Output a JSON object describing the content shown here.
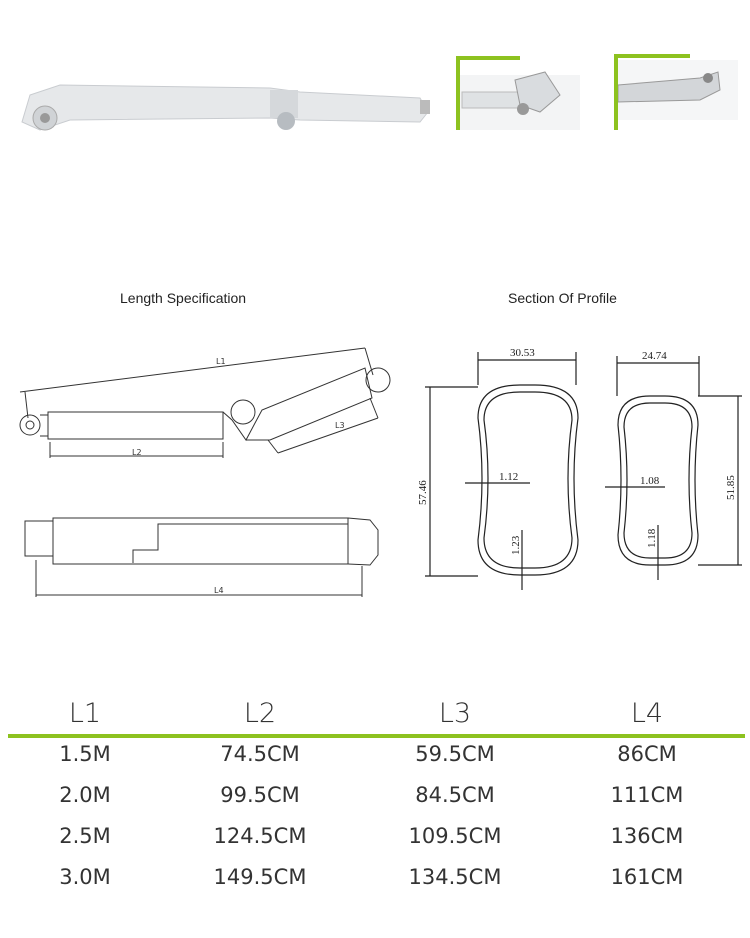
{
  "accent_color": "#8dc21f",
  "headings": {
    "length": "Length Specification",
    "section": "Section Of Profile"
  },
  "drawing_labels": {
    "l1": "L1",
    "l2": "L2",
    "l3": "L3",
    "l4": "L4"
  },
  "profile_left": {
    "width": "30.53",
    "height": "57.46",
    "wall_side": "1.12",
    "wall_bottom": "1.23"
  },
  "profile_right": {
    "width": "24.74",
    "height": "51.85",
    "wall_side": "1.08",
    "wall_bottom": "1.18"
  },
  "table": {
    "headers": [
      "L1",
      "L2",
      "L3",
      "L4"
    ],
    "rows": [
      [
        "1.5M",
        "74.5CM",
        "59.5CM",
        "86CM"
      ],
      [
        "2.0M",
        "99.5CM",
        "84.5CM",
        "111CM"
      ],
      [
        "2.5M",
        "124.5CM",
        "109.5CM",
        "136CM"
      ],
      [
        "3.0M",
        "149.5CM",
        "134.5CM",
        "161CM"
      ]
    ]
  }
}
